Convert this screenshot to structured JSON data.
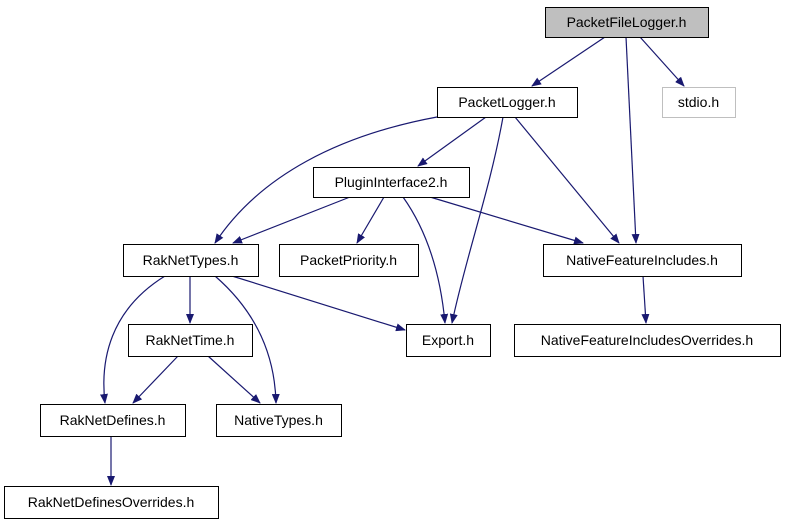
{
  "colors": {
    "root_fill": "#bfbfbf",
    "node_fill": "#ffffff",
    "node_border": "#000000",
    "missing_border": "#bfbfbf",
    "edge": "#191970",
    "missing_text": "#404040"
  },
  "nodes": [
    {
      "id": "packetfilelogger",
      "label": "PacketFileLogger.h",
      "kind": "root"
    },
    {
      "id": "packetlogger",
      "label": "PacketLogger.h",
      "kind": "normal"
    },
    {
      "id": "stdio",
      "label": "stdio.h",
      "kind": "missing"
    },
    {
      "id": "plugininterface2",
      "label": "PluginInterface2.h",
      "kind": "normal"
    },
    {
      "id": "raknettypes",
      "label": "RakNetTypes.h",
      "kind": "normal"
    },
    {
      "id": "packetpriority",
      "label": "PacketPriority.h",
      "kind": "normal"
    },
    {
      "id": "nativefeatureincludes",
      "label": "NativeFeatureIncludes.h",
      "kind": "normal"
    },
    {
      "id": "raknettime",
      "label": "RakNetTime.h",
      "kind": "normal"
    },
    {
      "id": "export",
      "label": "Export.h",
      "kind": "normal"
    },
    {
      "id": "nativefeatureincludesoverrides",
      "label": "NativeFeatureIncludesOverrides.h",
      "kind": "normal"
    },
    {
      "id": "raknetdefines",
      "label": "RakNetDefines.h",
      "kind": "normal"
    },
    {
      "id": "nativetypes",
      "label": "NativeTypes.h",
      "kind": "normal"
    },
    {
      "id": "raknetdefinesoverrides",
      "label": "RakNetDefinesOverrides.h",
      "kind": "normal"
    }
  ],
  "edges": [
    {
      "from": "packetfilelogger",
      "to": "packetlogger"
    },
    {
      "from": "packetfilelogger",
      "to": "stdio"
    },
    {
      "from": "packetfilelogger",
      "to": "nativefeatureincludes"
    },
    {
      "from": "packetlogger",
      "to": "plugininterface2"
    },
    {
      "from": "packetlogger",
      "to": "raknettypes"
    },
    {
      "from": "packetlogger",
      "to": "export"
    },
    {
      "from": "packetlogger",
      "to": "nativefeatureincludes"
    },
    {
      "from": "plugininterface2",
      "to": "raknettypes"
    },
    {
      "from": "plugininterface2",
      "to": "packetpriority"
    },
    {
      "from": "plugininterface2",
      "to": "export"
    },
    {
      "from": "plugininterface2",
      "to": "nativefeatureincludes"
    },
    {
      "from": "raknettypes",
      "to": "raknettime"
    },
    {
      "from": "raknettypes",
      "to": "export"
    },
    {
      "from": "raknettypes",
      "to": "raknetdefines"
    },
    {
      "from": "raknettypes",
      "to": "nativetypes"
    },
    {
      "from": "nativefeatureincludes",
      "to": "nativefeatureincludesoverrides"
    },
    {
      "from": "raknettime",
      "to": "raknetdefines"
    },
    {
      "from": "raknettime",
      "to": "nativetypes"
    },
    {
      "from": "raknetdefines",
      "to": "raknetdefinesoverrides"
    }
  ]
}
